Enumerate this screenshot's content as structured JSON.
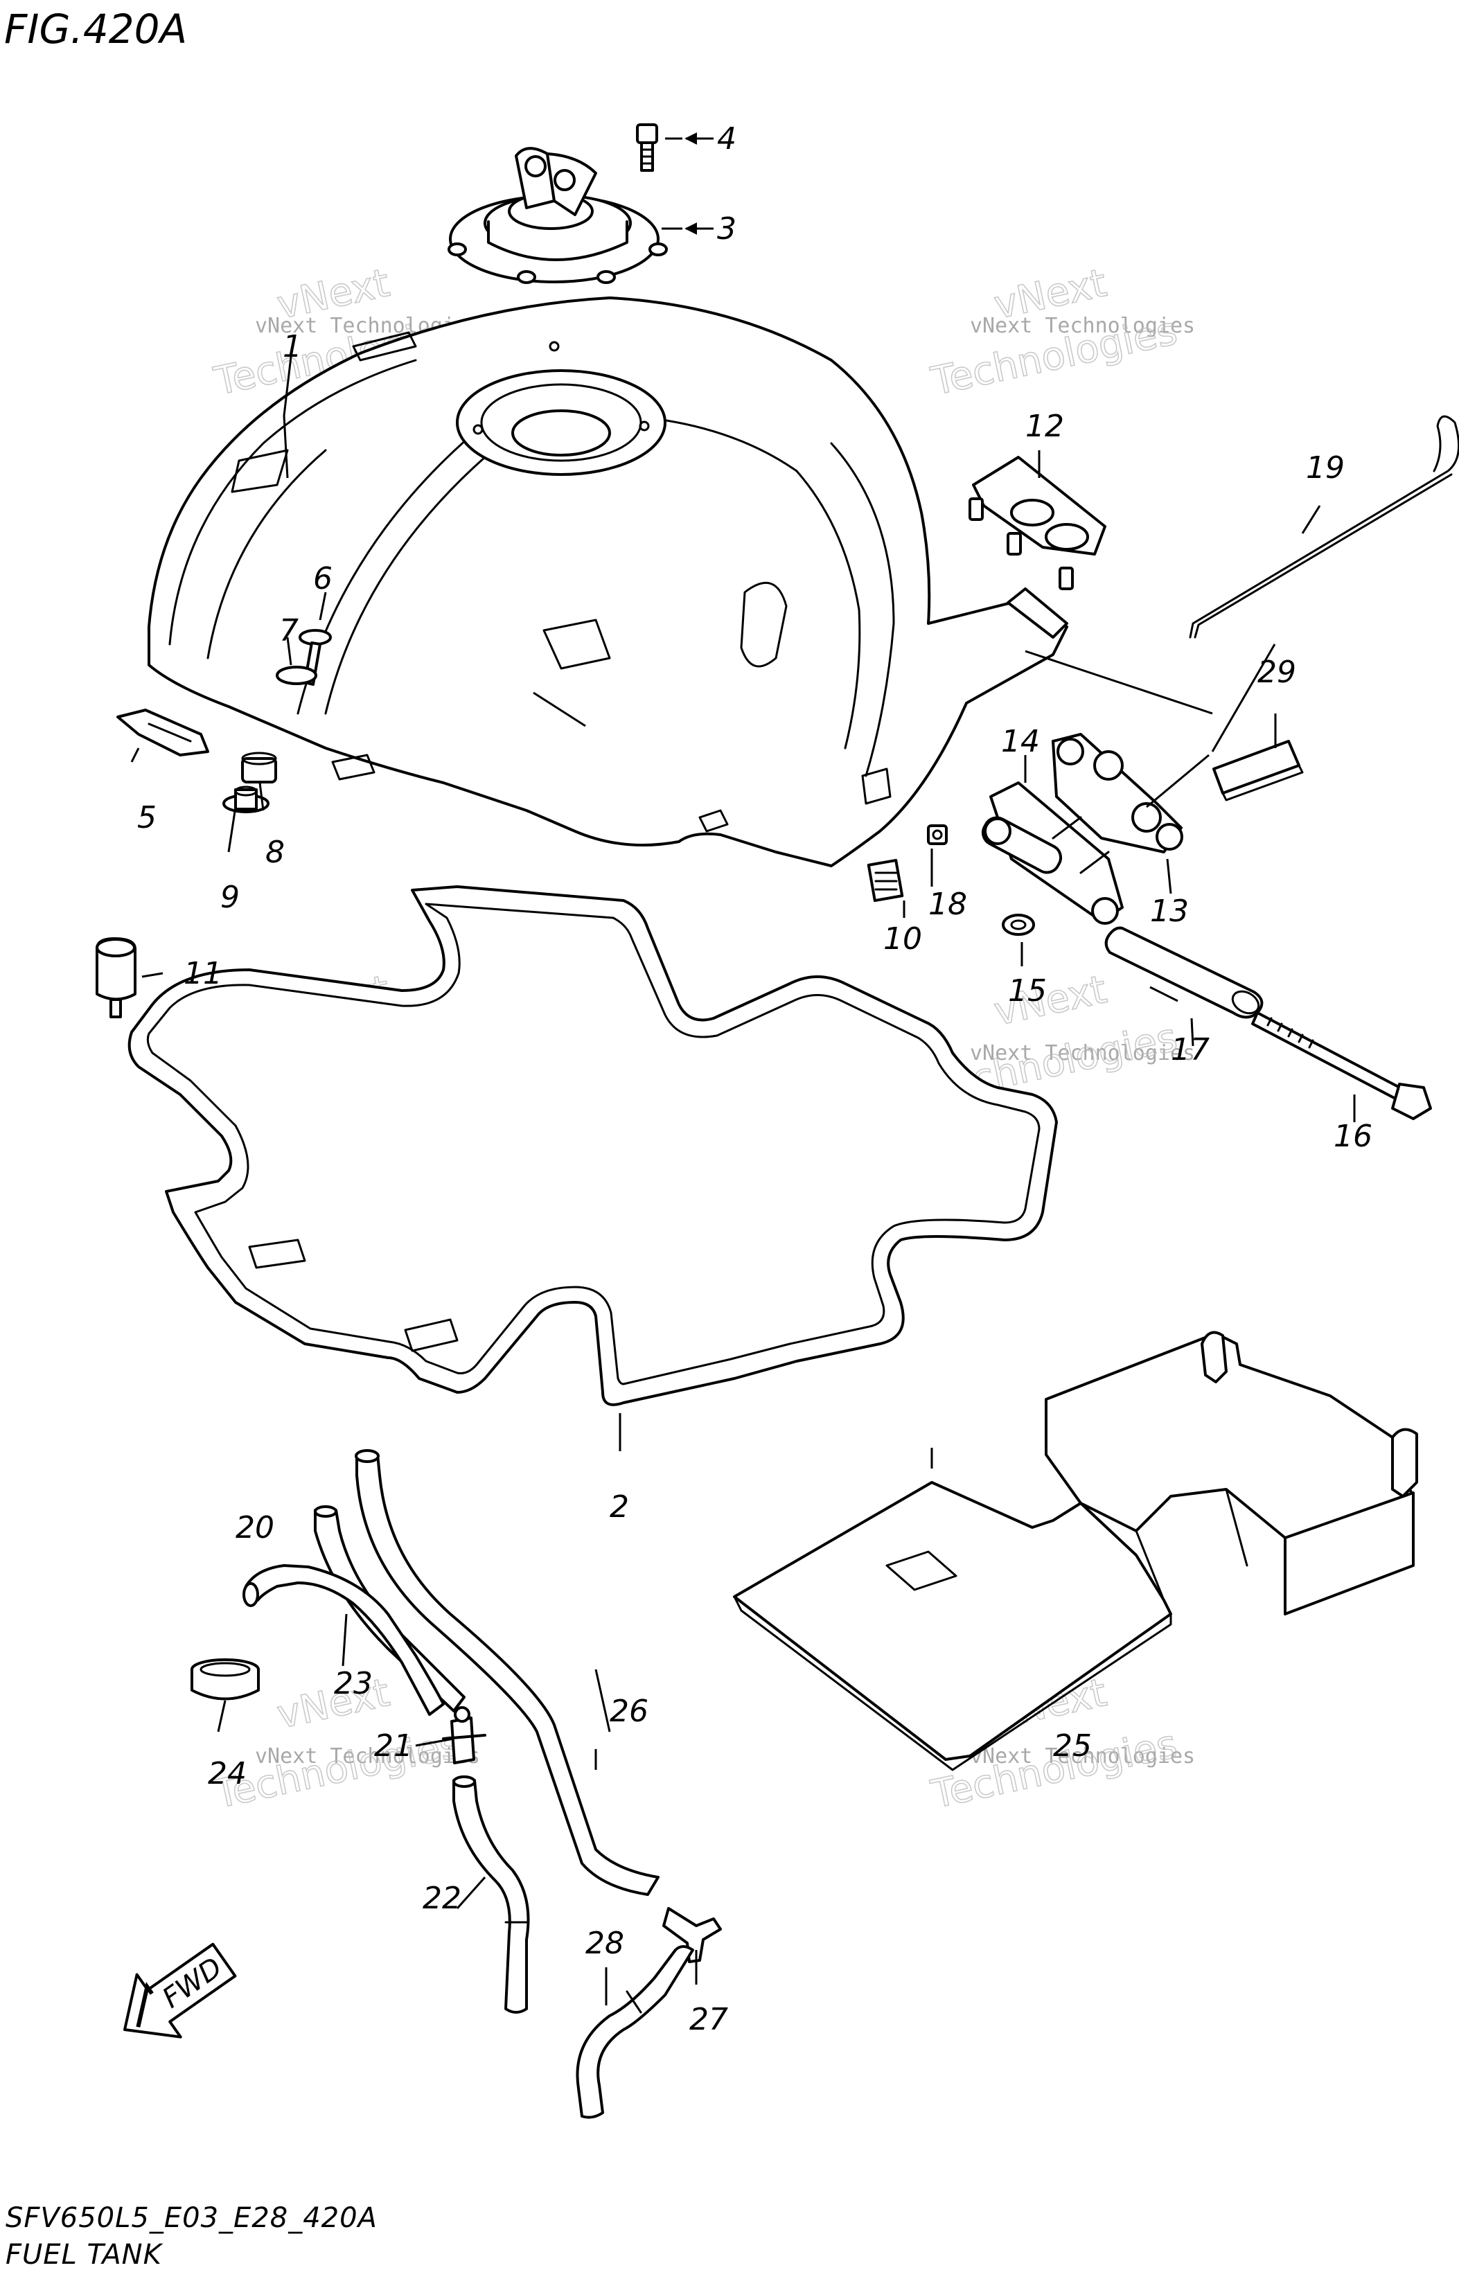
{
  "figure": {
    "title": "FIG.420A",
    "model_code": "SFV650L5_E03_E28_420A",
    "caption": "FUEL TANK"
  },
  "direction_indicator": {
    "label": "FWD",
    "icon": "forward-arrow-icon"
  },
  "watermark": {
    "line1": "vNext Technologies",
    "line2": "Technologies",
    "overlay": "vNext"
  },
  "callouts": {
    "c1": "1",
    "c2": "2",
    "c3": "3",
    "c4": "4",
    "c5": "5",
    "c6": "6",
    "c7": "7",
    "c8": "8",
    "c9": "9",
    "c10": "10",
    "c11": "11",
    "c12": "12",
    "c13": "13",
    "c14": "14",
    "c15": "15",
    "c16": "16",
    "c17": "17",
    "c18": "18",
    "c19": "19",
    "c20": "20",
    "c21": "21",
    "c22": "22",
    "c23": "23",
    "c24": "24",
    "c25": "25",
    "c26": "26",
    "c27": "27",
    "c28": "28",
    "c29": "29"
  }
}
